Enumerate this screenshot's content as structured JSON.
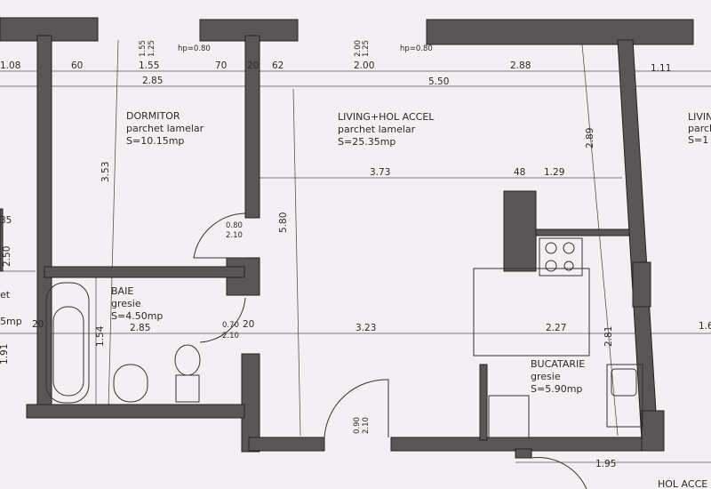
{
  "colors": {
    "paper": "#f3eff3",
    "wall": "#5a5658",
    "line": "#555555"
  },
  "rooms": [
    {
      "name": "DORMITOR",
      "floor": "parchet lamelar",
      "area": "S=10.15mp"
    },
    {
      "name": "LIVING+HOL ACCEL",
      "floor": "parchet lamelar",
      "area": "S=25.35mp"
    },
    {
      "name": "BAIE",
      "floor": "gresie",
      "area": "S=4.50mp"
    },
    {
      "name": "BUCATARIE",
      "floor": "gresie",
      "area": "S=5.90mp"
    }
  ],
  "partial_labels": {
    "right_room": [
      "LIVIN",
      "parch",
      "S=1"
    ],
    "left_room": [
      "et",
      "5mp"
    ],
    "bottom_room": "HOL ACCE"
  },
  "dimensions": {
    "top": [
      "1.08",
      "60",
      "1.55",
      "70",
      "20",
      "62",
      "2.00",
      "2.88",
      "1.11"
    ],
    "top_vertical": [
      "1.55",
      "1.25",
      "2.00",
      "1.25"
    ],
    "hp": [
      "hp=0.80",
      "hp=0.80"
    ],
    "second_row": [
      "2.85",
      "5.50"
    ],
    "living_row": [
      "3.73",
      "48",
      "1.29"
    ],
    "mid_row": [
      "20",
      "2.85",
      "0.70",
      "20",
      "3.23",
      "2.27",
      "1.6"
    ],
    "vertical": [
      "3.53",
      "5.80",
      "2.89",
      "1.54",
      "2.81",
      "2.50",
      "1.91"
    ],
    "doors": [
      {
        "width": "0.80",
        "height": "2.10"
      },
      {
        "width": "0.70",
        "height": "2.10"
      },
      {
        "width": "0.90",
        "height": "2.10"
      }
    ],
    "bottom": "1.95",
    "left_top": "35"
  }
}
